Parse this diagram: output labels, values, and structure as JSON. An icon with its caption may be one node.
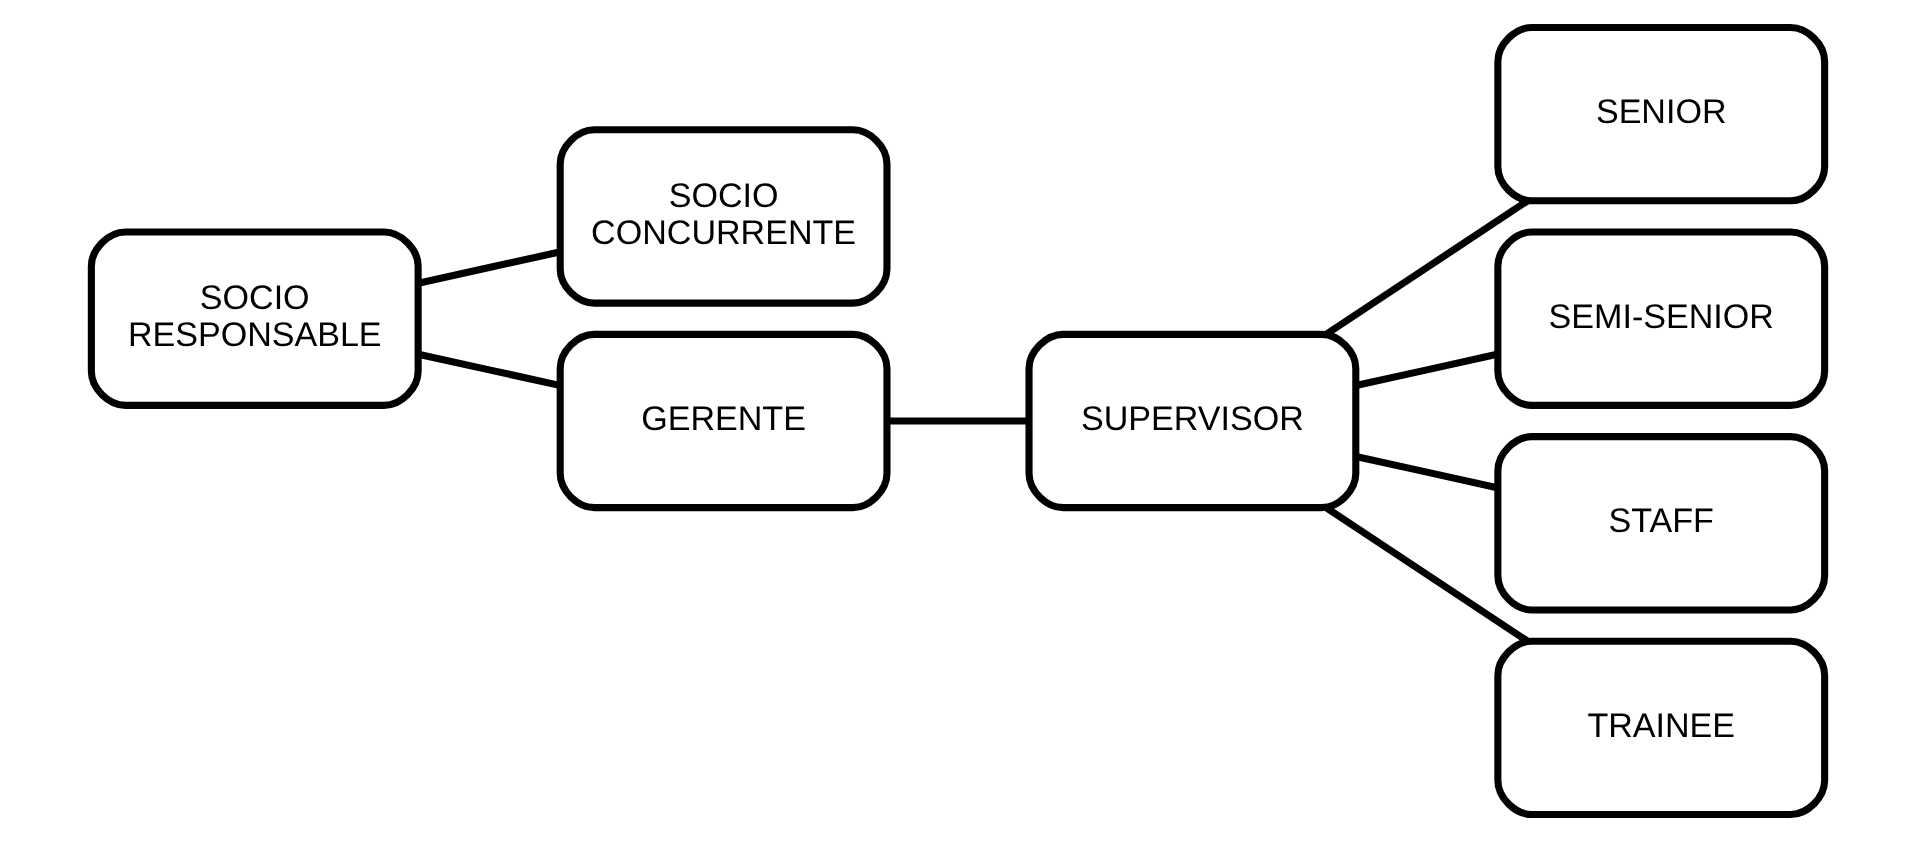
{
  "diagram": {
    "nodes": [
      {
        "text": [
          "SOCIO RESPONSABLE"
        ]
      },
      {
        "text": [
          "SOCIO CONCURRENTE"
        ]
      },
      {
        "text": [
          "GERENTE"
        ]
      },
      {
        "text": [
          "SUPERVISOR"
        ]
      },
      {
        "text": [
          "SENIOR"
        ]
      },
      {
        "text": [
          "SEMI-SENIOR"
        ]
      },
      {
        "text": [
          "STAFF"
        ]
      },
      {
        "text": [
          "TRAINEE"
        ]
      }
    ],
    "edges": [
      {
        "from": 0,
        "to": 1,
        "arrow": "none"
      },
      {
        "from": 0,
        "to": 2,
        "arrow": "none"
      },
      {
        "from": 2,
        "to": 3,
        "arrow": "none"
      },
      {
        "from": 3,
        "to": 4,
        "arrow": "none"
      },
      {
        "from": 3,
        "to": 5,
        "arrow": "none"
      },
      {
        "from": 3,
        "to": 6,
        "arrow": "none"
      },
      {
        "from": 3,
        "to": 7,
        "arrow": "none"
      }
    ]
  }
}
